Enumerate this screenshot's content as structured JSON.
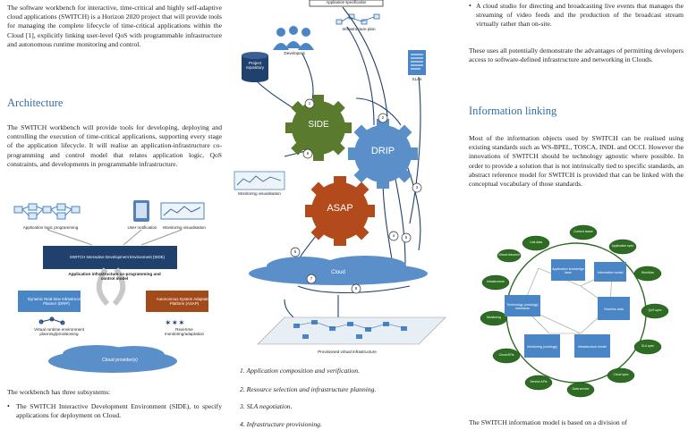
{
  "col1": {
    "intro": "The software workbench for interactive, time-critical and highly self-adaptive cloud applications (SWITCH) is a Horizon 2020 project that will provide tools for managing the complete lifecycle of time-critical applications within the Cloud [1], explicitly linking user-level QoS with programmable infrastructure and autonomous runtime monitoring and control.",
    "heading_architecture": "Architecture",
    "arch_para": "The SWITCH workbench will provide tools for developing, deploying and controlling the execution of time-critical applications, supporting every stage of the application lifecycle. It will realise an application-infrastructure co-programming and control model that relates application logic, QoS constraints, and developments in programmable infrastructure.",
    "fig": {
      "label_logic": "Application logic programming",
      "label_user": "User notification",
      "label_monitor": "Monitoring visualisation",
      "side_box": "SWITCH Interactive Development Environment (SIDE)",
      "co_prog": "Application infrastructure co-programming and control model",
      "drip_box": "Dynamic Real-time Infrastructure Planner (DRIP)",
      "asap_box": "Autonomous System Adaptation Platform (ASAP)",
      "virtual_runtime": "Virtual runtime environment planning/provisioning",
      "realtime_adapt": "Real-time monitoring/adaptation",
      "cloud": "Cloud provider(s)"
    },
    "workbench": "The workbench has three subsystems:",
    "bullet_side": "The SWITCH Interactive Development Environment (SIDE), to specify applications for deployment on Cloud."
  },
  "col2": {
    "app_spec": "Application specification",
    "developers": "Developers",
    "project_repo": "Project repository",
    "infra_plan": "Infrastructure plan",
    "slas": "SLAs",
    "gear_side": "SIDE",
    "gear_drip": "DRIP",
    "gear_asap": "ASAP",
    "monitoring_vis": "Monitoring visualisation",
    "cloud": "Cloud",
    "provisioned": "Provisioned virtual infrastructure",
    "steps": [
      "1",
      "2",
      "3",
      "4",
      "5",
      "6",
      "7",
      "8",
      "9"
    ],
    "list": [
      "1. Application composition and verification.",
      "2. Resource selection and infrastructure planning.",
      "3. SLA negotiation.",
      "4. Infrastructure provisioning."
    ]
  },
  "col3": {
    "bullet_cont": "A cloud studio for directing and broadcasting live events that manages the streaming of video feeds and the production of the broadcast stream virtually rather than on-site.",
    "cases_para": "These uses all potentially demonstrate the advantages of permitting developers access to software-defined infrastructure and networking in Clouds.",
    "heading_info": "Information linking",
    "info_para": "Most of the information objects used by SWITCH can be realised using existing standards such as WS-BPEL, TOSCA, INDL and OCCI. However the innovations of SWITCH should be technology agnostic where possible. In order to provide a solution that is not intrinsically tied to specific standards, an abstract reference model for SWITCH is provided that can be linked with the conceptual vocabulary of those standards.",
    "model_center": [
      "Application knowledge base",
      "Information model",
      "Technology (ontology) standards",
      "Runtime data",
      "Monitoring (ontology)",
      "Infrastructure model"
    ],
    "model_outer": [
      "Link data",
      "Context aware",
      "Application spec",
      "Workflow",
      "QoS spec",
      "SLA spec",
      "Cloud spec",
      "Data service",
      "Service APIs",
      "Cloud APIs",
      "Monitoring",
      "Infrastructure",
      "Virtual resource"
    ],
    "footer": "The SWITCH information model is based on a division of"
  },
  "colors": {
    "heading": "#2f6fa8",
    "gear_side": "#5a7a2e",
    "gear_drip": "#5b8fc9",
    "gear_asap": "#b24a1c",
    "box_blue": "#4a86c5",
    "box_navy": "#20406e",
    "box_brown": "#a34a1b",
    "ring_green": "#2e6b23"
  }
}
